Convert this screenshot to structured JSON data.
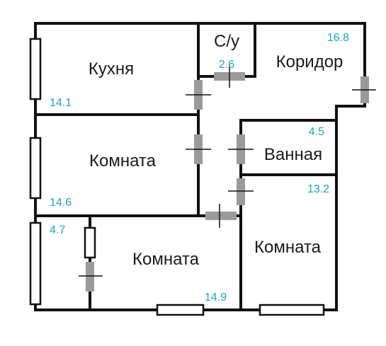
{
  "colors": {
    "wall": "#111111",
    "area": "#1aa3c8",
    "door": "#9a9a9a",
    "label": "#1a1a1a"
  },
  "rooms": {
    "kitchen": {
      "label": "Кухня",
      "area": "14.1"
    },
    "wc": {
      "label": "С/у",
      "area": "2.6"
    },
    "corridor": {
      "label": "Коридор",
      "area": "16.8"
    },
    "room_a": {
      "label": "Комната",
      "area": "14.6"
    },
    "bath": {
      "label": "Ванная",
      "area": "4.5"
    },
    "room_b": {
      "label": "Комната",
      "area": "13.2"
    },
    "room_c": {
      "label": "Комната",
      "area": "14.9"
    },
    "closet": {
      "area": "4.7"
    }
  }
}
